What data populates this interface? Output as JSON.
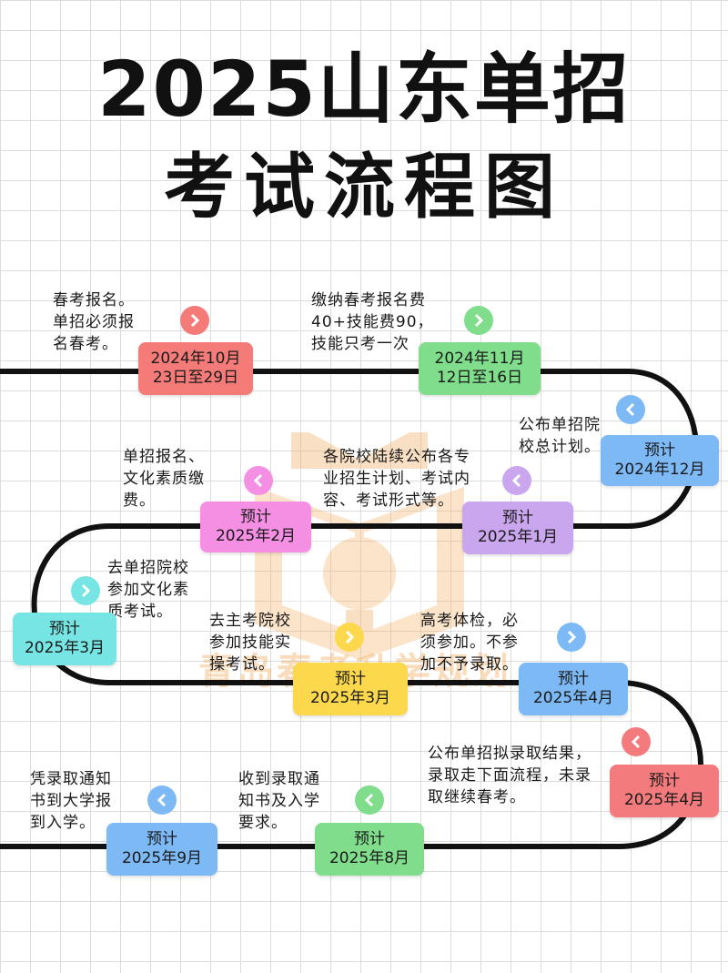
{
  "title": {
    "line1": "2025山东单招",
    "line2": "考试流程图"
  },
  "watermark": "青岛春考升学规划",
  "colors": {
    "red": "#f47b78",
    "green": "#7fdd8c",
    "blue": "#7db9f5",
    "purple": "#c9a6ee",
    "pink": "#f48fe3",
    "teal": "#77e5e4",
    "yellow": "#fcd94c",
    "road": "#111111"
  },
  "steps": [
    {
      "date_line1": "2024年10月",
      "date_line2": "23日至29日",
      "note": "春考报名。\n单招必须报\n名春考。",
      "arrow": "right"
    },
    {
      "date_line1": "2024年11月",
      "date_line2": "12日至16日",
      "note": "缴纳春考报名费\n40+技能费90，\n技能只考一次",
      "arrow": "right"
    },
    {
      "date_line1": "预计",
      "date_line2": "2024年12月",
      "note": "公布单招院\n校总计划。",
      "arrow": "left"
    },
    {
      "date_line1": "预计",
      "date_line2": "2025年1月",
      "note": "各院校陆续公布各专\n业招生计划、考试内\n容、考试形式等。",
      "arrow": "left"
    },
    {
      "date_line1": "预计",
      "date_line2": "2025年2月",
      "note": "单招报名、\n文化素质缴\n费。",
      "arrow": "left"
    },
    {
      "date_line1": "预计",
      "date_line2": "2025年3月",
      "note": "去单招院校\n参加文化素\n质考试。",
      "arrow": "right"
    },
    {
      "date_line1": "预计",
      "date_line2": "2025年3月",
      "note": "去主考院校\n参加技能实\n操考试。",
      "arrow": "right"
    },
    {
      "date_line1": "预计",
      "date_line2": "2025年4月",
      "note": "高考体检，必\n须参加。不参\n加不予录取。",
      "arrow": "right"
    },
    {
      "date_line1": "预计",
      "date_line2": "2025年4月",
      "note": "公布单招拟录取结果，\n录取走下面流程，未录\n取继续春考。",
      "arrow": "left"
    },
    {
      "date_line1": "预计",
      "date_line2": "2025年8月",
      "note": "收到录取通\n知书及入学\n要求。",
      "arrow": "left"
    },
    {
      "date_line1": "预计",
      "date_line2": "2025年9月",
      "note": "凭录取通知\n书到大学报\n到入学。",
      "arrow": "left"
    }
  ]
}
